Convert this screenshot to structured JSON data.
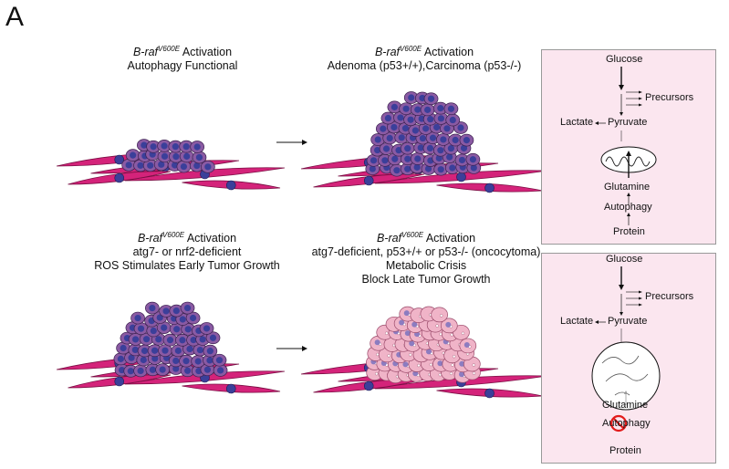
{
  "panel_label": "A",
  "scenes": [
    {
      "lines": [
        {
          "gene": "B-raf",
          "sup": "V600E",
          "rest": " Activation"
        },
        {
          "text": "Autophagy Functional"
        }
      ]
    },
    {
      "lines": [
        {
          "gene": "B-raf",
          "sup": "V600E",
          "rest": " Activation"
        },
        {
          "text": "Adenoma (p53+/+),Carcinoma (p53-/-)"
        }
      ]
    },
    {
      "lines": [
        {
          "gene": "B-raf",
          "sup": "V600E",
          "rest": " Activation"
        },
        {
          "text": "atg7- or nrf2-deficient"
        },
        {
          "text": "ROS Stimulates Early Tumor Growth"
        }
      ]
    },
    {
      "lines": [
        {
          "gene": "B-raf",
          "sup": "V600E",
          "rest": " Activation"
        },
        {
          "text": "atg7-deficient, p53+/+ or p53-/- (oncocytoma)"
        },
        {
          "text": "Metabolic Crisis"
        },
        {
          "text": "Block Late Tumor Growth"
        }
      ]
    }
  ],
  "metabolism_boxes": [
    {
      "glucose": "Glucose",
      "precursors": "Precursors",
      "lactate": "Lactate",
      "pyruvate": "Pyruvate",
      "glutamine": "Glutamine",
      "autophagy": "Autophagy",
      "protein": "Protein",
      "autophagy_blocked": false
    },
    {
      "glucose": "Glucose",
      "precursors": "Precursors",
      "lactate": "Lactate",
      "pyruvate": "Pyruvate",
      "glutamine": "Glutamine",
      "autophagy": "Autophagy",
      "protein": "Protein",
      "autophagy_blocked": true
    }
  ],
  "colors": {
    "fibroblast": "#d4237a",
    "cell_body": "#8a5aa3",
    "nucleus": "#3b3f9a",
    "oncocyte": "#f0b4c8",
    "box_bg": "#fbe6ef",
    "block": "#e21b1b"
  }
}
